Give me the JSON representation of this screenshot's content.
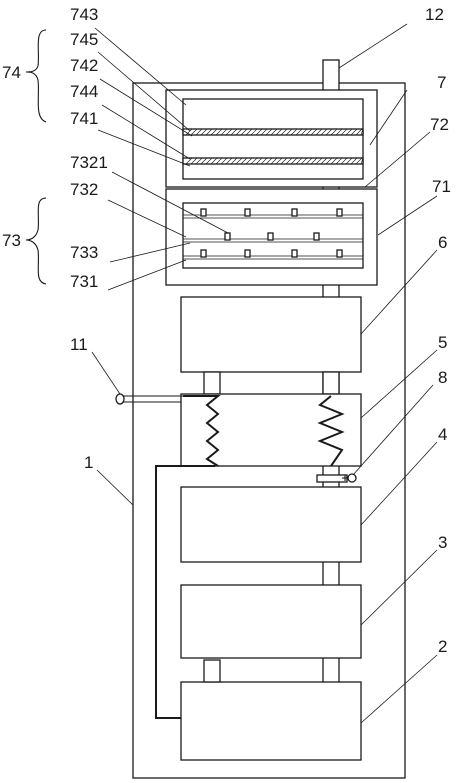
{
  "labels": {
    "l743": "743",
    "l745": "745",
    "l742": "742",
    "l744": "744",
    "l741": "741",
    "l74": "74",
    "l12": "12",
    "l7": "7",
    "l72": "72",
    "l7321": "7321",
    "l732": "732",
    "l71": "71",
    "l73": "73",
    "l733": "733",
    "l731": "731",
    "l6": "6",
    "l5": "5",
    "l11": "11",
    "l8": "8",
    "l4": "4",
    "l1": "1",
    "l3": "3",
    "l2": "2"
  }
}
